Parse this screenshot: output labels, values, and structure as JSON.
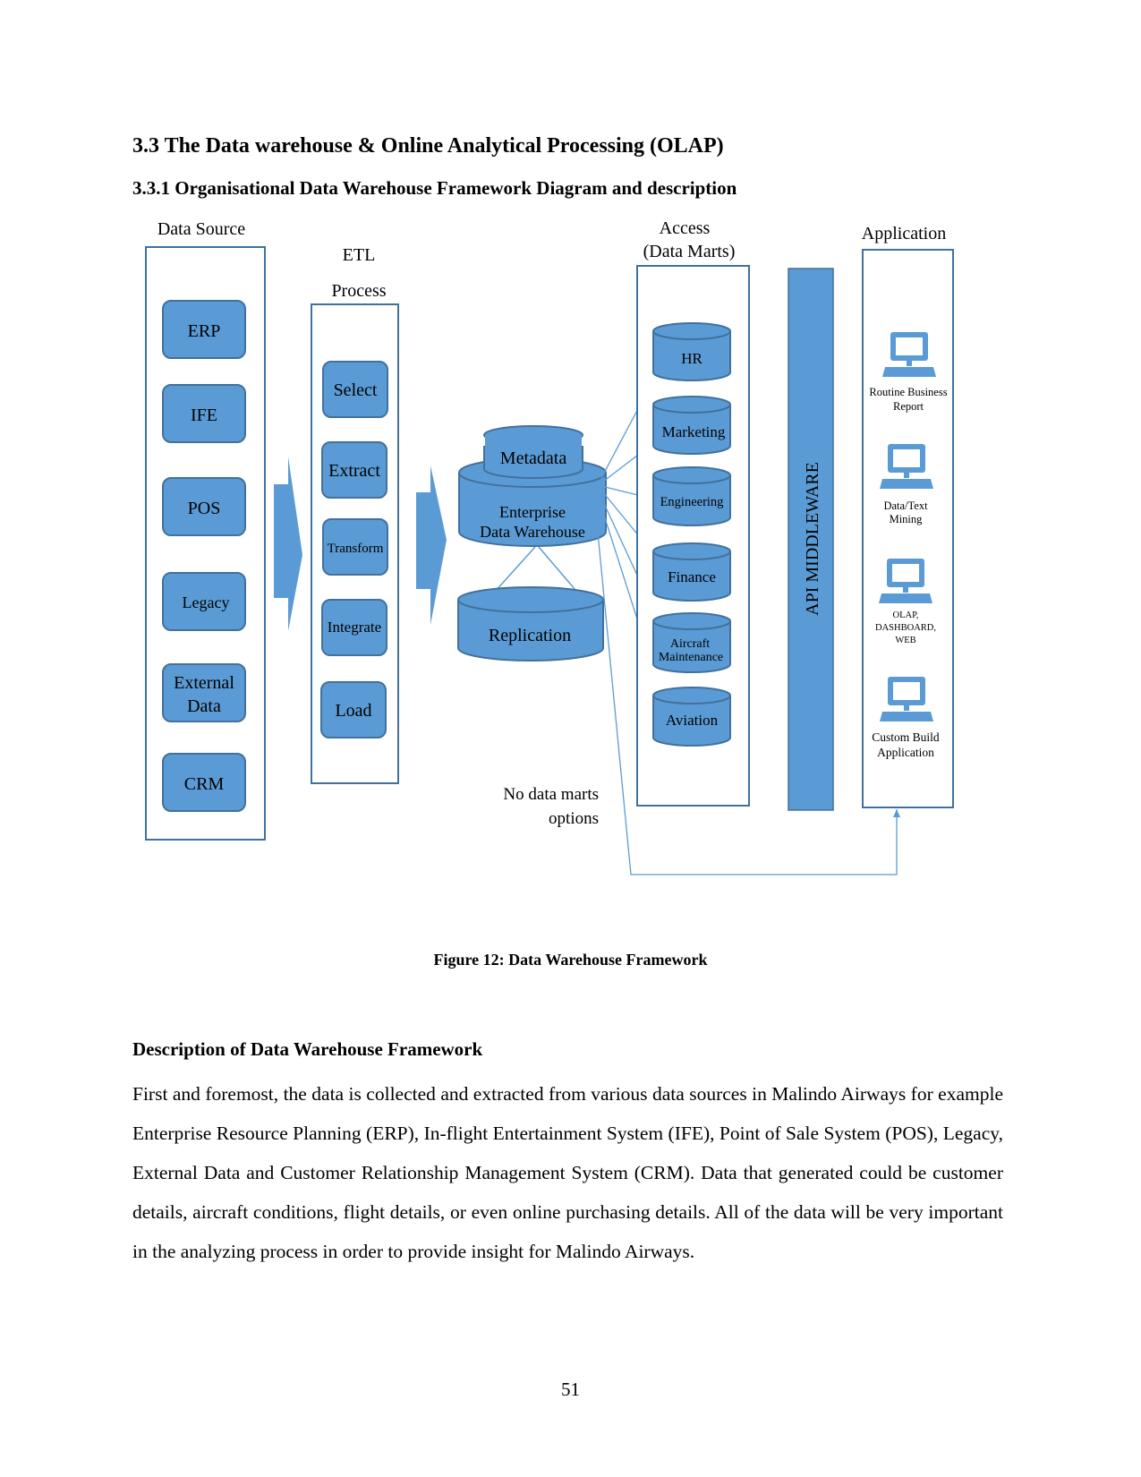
{
  "heading": "3.3 The Data warehouse & Online Analytical Processing (OLAP)",
  "subheading": "3.3.1 Organisational Data Warehouse Framework Diagram and description",
  "diagram": {
    "colors": {
      "box_fill": "#5b9bd5",
      "box_stroke": "#41719c",
      "frame": "#41719c",
      "arrow": "#5b9bd5",
      "text": "#000000"
    },
    "data_source": {
      "title": "Data Source",
      "items": [
        "ERP",
        "IFE",
        "POS",
        "Legacy",
        "External",
        "Data",
        "CRM"
      ]
    },
    "etl": {
      "title_line1": "ETL",
      "title_line2": "Process",
      "items": [
        "Select",
        "Extract",
        "Transform",
        "Integrate",
        "Load"
      ]
    },
    "warehouse": {
      "metadata": "Metadata",
      "line1": "Enterprise",
      "line2": "Data Warehouse",
      "replication": "Replication"
    },
    "access": {
      "title_line1": "Access",
      "title_line2": "(Data Marts)",
      "marts": [
        "HR",
        "Marketing",
        "Engineering",
        "Finance",
        "Aircraft",
        "Maintenance",
        "Aviation"
      ]
    },
    "middleware": "API MIDDLEWARE",
    "application": {
      "title": "Application",
      "items": [
        {
          "line1": "Routine Business",
          "line2": "Report",
          "line3": ""
        },
        {
          "line1": "Data/Text",
          "line2": "Mining",
          "line3": ""
        },
        {
          "line1": "OLAP,",
          "line2": "DASHBOARD,",
          "line3": "WEB"
        },
        {
          "line1": "Custom Build",
          "line2": "Application",
          "line3": ""
        }
      ],
      "icon": "computer-monitor-icon"
    },
    "no_marts_line1": "No data marts",
    "no_marts_line2": "options"
  },
  "caption": "Figure 12: Data Warehouse Framework",
  "description_heading": "Description of Data Warehouse Framework",
  "description_body": "First and foremost, the data is collected and extracted from various data sources in Malindo Airways for example Enterprise Resource Planning (ERP), In-flight Entertainment System (IFE), Point of Sale System (POS), Legacy, External Data and Customer Relationship Management System (CRM). Data that generated could be customer details, aircraft conditions, flight details, or even online purchasing details. All of the data will be very important in the analyzing process in order to provide insight for Malindo Airways.",
  "page_number": "51"
}
